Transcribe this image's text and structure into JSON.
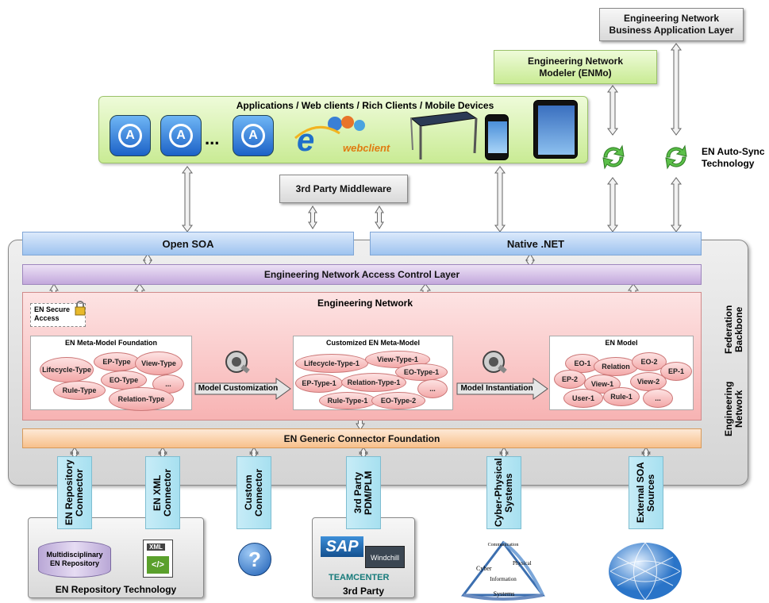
{
  "business_layer": {
    "line1": "Engineering Network",
    "line2": "Business Application Layer"
  },
  "modeler": {
    "line1": "Engineering Network",
    "line2": "Modeler (ENMo)"
  },
  "auto_sync": {
    "line1": "EN Auto-Sync",
    "line2": "Technology"
  },
  "applications": {
    "title": "Applications / Web clients / Rich Clients / Mobile Devices",
    "ellipsis": "...",
    "webclient": "webclient"
  },
  "middleware": "3rd Party Middleware",
  "open_soa": "Open SOA",
  "native_net": "Native .NET",
  "access_control": "Engineering Network Access Control Layer",
  "engineering_network": "Engineering Network",
  "secure_access": {
    "line1": "EN Secure",
    "line2": "Access"
  },
  "backbone": {
    "line1": "Engineering Network",
    "line2": "Federation Backbone"
  },
  "meta_model_foundation": {
    "title": "EN Meta-Model Foundation",
    "items": [
      "Lifecycle-Type",
      "EP-Type",
      "View-Type",
      "EO-Type",
      "Rule-Type",
      "...",
      "Relation-Type"
    ]
  },
  "customized_meta_model": {
    "title": "Customized EN Meta-Model",
    "items": [
      "Lifecycle-Type-1",
      "View-Type-1",
      "EO-Type-1",
      "EP-Type-1",
      "Relation-Type-1",
      "...",
      "Rule-Type-1",
      "EO-Type-2"
    ]
  },
  "en_model": {
    "title": "EN Model",
    "items": [
      "EO-1",
      "Relation",
      "EO-2",
      "EP-1",
      "EP-2",
      "View-1",
      "View-2",
      "User-1",
      "Rule-1",
      "..."
    ]
  },
  "model_customization": "Model Customization",
  "model_instantiation": "Model Instantiation",
  "connector_foundation": "EN Generic Connector Foundation",
  "connectors": [
    {
      "label": "EN Repository Connector"
    },
    {
      "label": "EN XML Connector"
    },
    {
      "label": "Custom Connector"
    },
    {
      "label": "3rd Party PDM/PLM"
    },
    {
      "label": "Cyber-Physical Systems"
    },
    {
      "label": "External SOA Sources"
    }
  ],
  "repo_tech": {
    "title": "EN Repository Technology",
    "repo_line1": "Multidisciplinary",
    "repo_line2": "EN Repository",
    "xml": "XML"
  },
  "third_party": {
    "title": "3rd Party",
    "sap": "SAP",
    "windchill": "Windchill",
    "teamcenter": "TEAMCENTER"
  },
  "cps_logo": {
    "top": "Communication",
    "left": "Cyber",
    "right": "Physical",
    "center": "Information",
    "bottom": "Systems"
  },
  "colors": {
    "arrow": "#e8e8e8",
    "green": "#c9eb94",
    "blue": "#9ec3ef",
    "purple": "#c3a8dc",
    "pink": "#f3a8a8",
    "orange": "#f8c08b",
    "cyan": "#a7e0f0"
  }
}
